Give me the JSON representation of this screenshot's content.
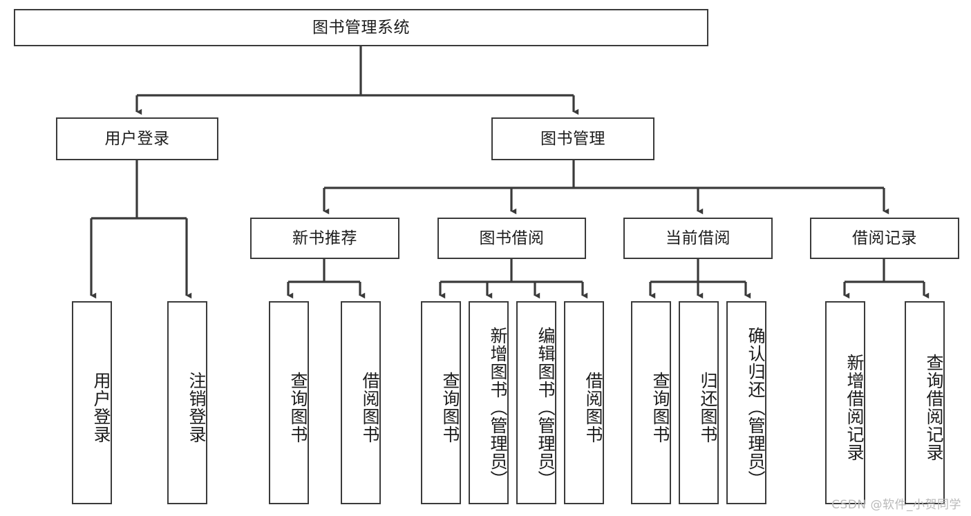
{
  "diagram": {
    "type": "tree-hierarchy",
    "title": "图书管理系统",
    "root": {
      "label": "图书管理系统"
    },
    "level2": [
      {
        "id": "user-login",
        "label": "用户登录"
      },
      {
        "id": "book-management",
        "label": "图书管理"
      }
    ],
    "level3": [
      {
        "id": "new-book-recommend",
        "label": "新书推荐",
        "parent": "book-management"
      },
      {
        "id": "book-borrow",
        "label": "图书借阅",
        "parent": "book-management"
      },
      {
        "id": "current-borrow",
        "label": "当前借阅",
        "parent": "book-management"
      },
      {
        "id": "borrow-record",
        "label": "借阅记录",
        "parent": "book-management"
      }
    ],
    "leaves": [
      {
        "id": "leaf-user-login",
        "label": "用户登录",
        "parent": "user-login"
      },
      {
        "id": "leaf-logout-login",
        "label": "注销登录",
        "parent": "user-login"
      },
      {
        "id": "leaf-query-book-1",
        "label": "查询图书",
        "parent": "new-book-recommend"
      },
      {
        "id": "leaf-borrow-book-1",
        "label": "借阅图书",
        "parent": "new-book-recommend"
      },
      {
        "id": "leaf-query-book-2",
        "label": "查询图书",
        "parent": "book-borrow"
      },
      {
        "id": "leaf-add-book",
        "label": "新增图书（管理员）",
        "parent": "book-borrow"
      },
      {
        "id": "leaf-edit-book",
        "label": "编辑图书（管理员）",
        "parent": "book-borrow"
      },
      {
        "id": "leaf-borrow-book-2",
        "label": "借阅图书",
        "parent": "book-borrow"
      },
      {
        "id": "leaf-query-book-3",
        "label": "查询图书",
        "parent": "current-borrow"
      },
      {
        "id": "leaf-return-book",
        "label": "归还图书",
        "parent": "current-borrow"
      },
      {
        "id": "leaf-confirm-return",
        "label": "确认归还（管理员）",
        "parent": "current-borrow"
      },
      {
        "id": "leaf-add-record",
        "label": "新增借阅记录",
        "parent": "borrow-record"
      },
      {
        "id": "leaf-query-record",
        "label": "查询借阅记录",
        "parent": "borrow-record"
      }
    ],
    "colors": {
      "border": "#3a3a3a",
      "connector": "#3a3a3a",
      "background": "#ffffff",
      "text": "#1c1c1c",
      "watermark": "#b9b9b9"
    }
  },
  "watermark": {
    "text": "CSDN @软件_小贺同学"
  }
}
